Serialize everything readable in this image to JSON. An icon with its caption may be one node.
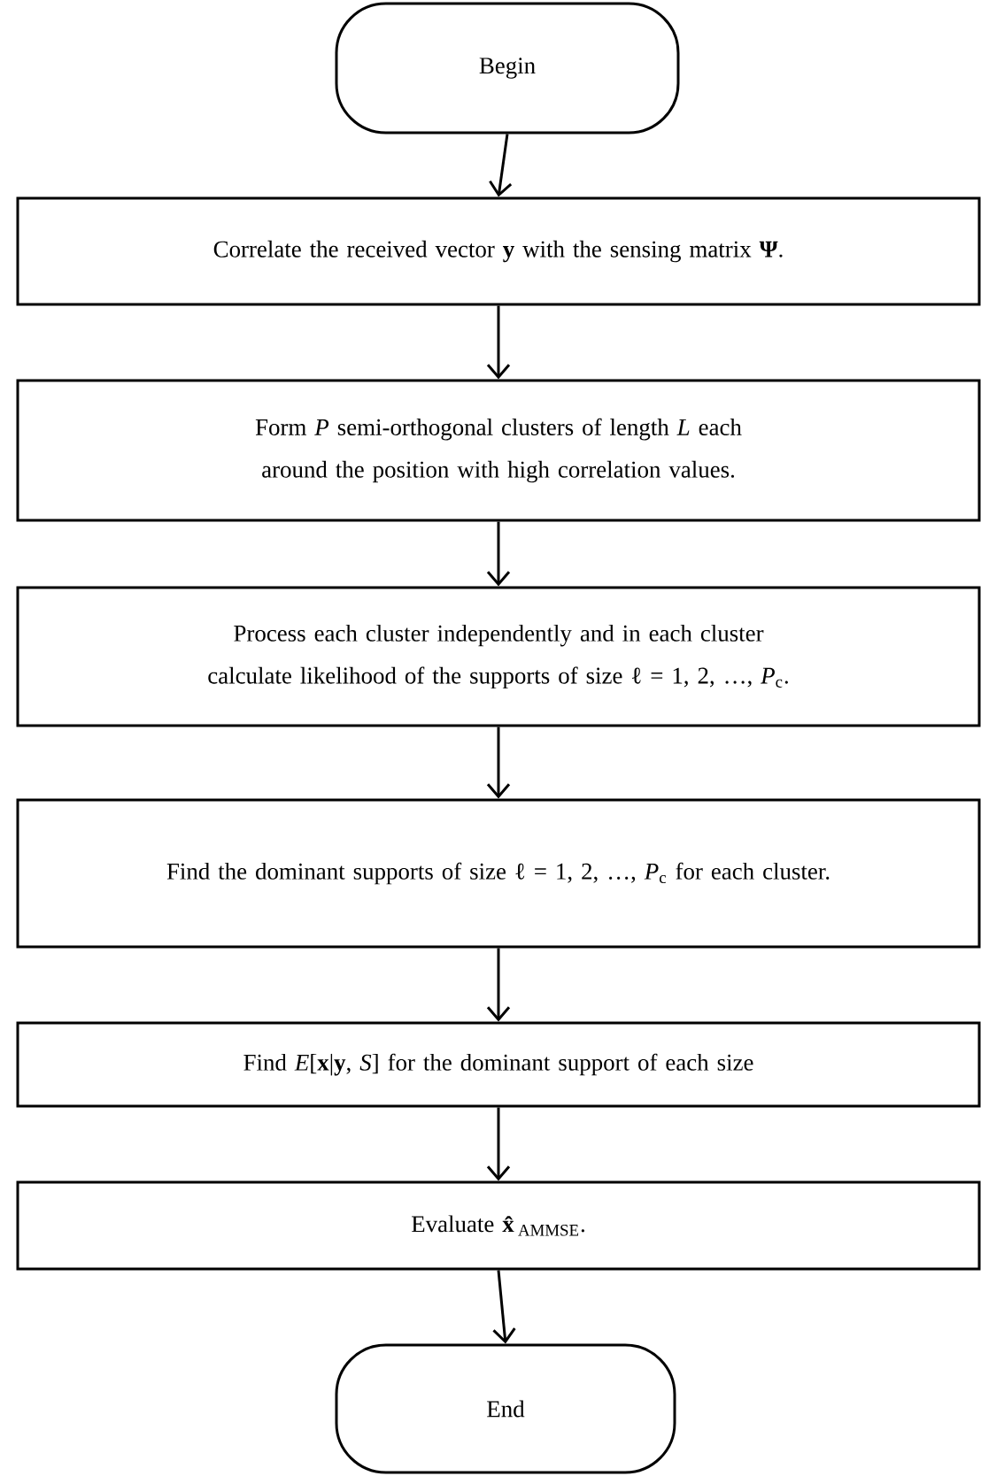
{
  "diagram": {
    "nodes": [
      {
        "text": [
          "Begin"
        ]
      },
      {
        "text": [
          "Correlate the received vector **y** with the sensing matrix **Ψ**."
        ]
      },
      {
        "text": [
          "Form *P* semi-orthogonal clusters of length *L* each around the position with high correlation values."
        ]
      },
      {
        "text": [
          "Process each cluster independently and in each cluster calculate likelihood of the supports of size ℓ = 1, 2, …, *P*$_{c}$."
        ]
      },
      {
        "text": [
          "Find the dominant supports of size ℓ = 1, 2, …, *P*$_{c}$ for each cluster."
        ]
      },
      {
        "text": [
          "Find *E*[**x**|**y**, *S*] for the dominant support of each size"
        ]
      },
      {
        "text": [
          "Evaluate **x̂**$_{AMMSE}$."
        ]
      },
      {
        "text": [
          "End"
        ]
      }
    ],
    "edges": [
      {
        "from": 0,
        "to": 1,
        "arrow": "to"
      },
      {
        "from": 1,
        "to": 2,
        "arrow": "to"
      },
      {
        "from": 2,
        "to": 3,
        "arrow": "to"
      },
      {
        "from": 3,
        "to": 4,
        "arrow": "to"
      },
      {
        "from": 4,
        "to": 5,
        "arrow": "to"
      },
      {
        "from": 5,
        "to": 6,
        "arrow": "to"
      },
      {
        "from": 6,
        "to": 7,
        "arrow": "to"
      }
    ]
  }
}
